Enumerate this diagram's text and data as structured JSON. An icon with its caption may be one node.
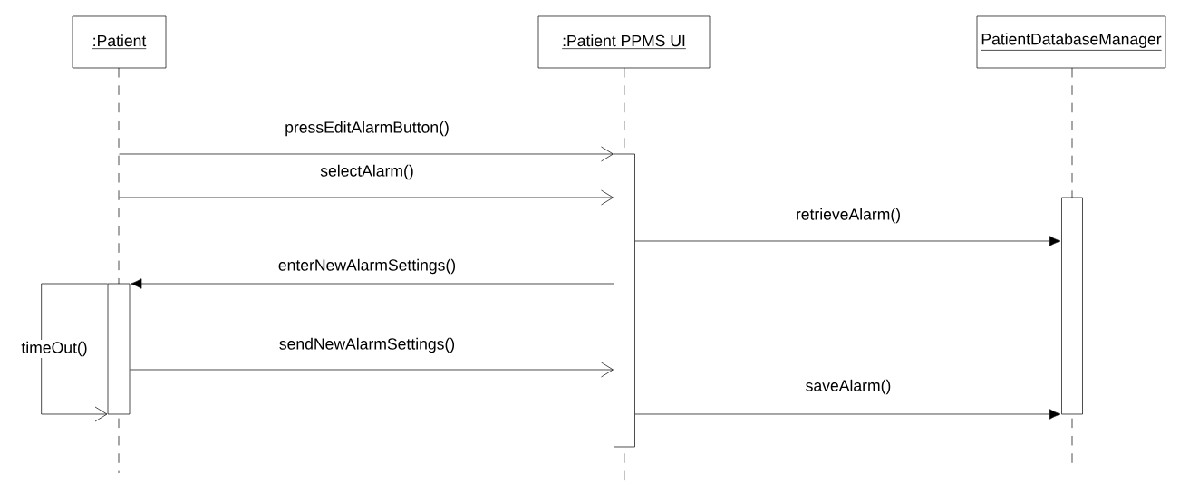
{
  "diagram": {
    "nodes": [
      {
        "text": [
          ":Patient"
        ]
      },
      {
        "text": [
          ":Patient PPMS UI"
        ]
      },
      {
        "text": [
          "PatientDatabaseManager"
        ]
      },
      {
        "text": [],
        "shape": "bar",
        "in": 1
      },
      {
        "text": [],
        "shape": "bar",
        "in": 2
      },
      {
        "text": [],
        "shape": "bar",
        "in": 0
      }
    ],
    "edges": [
      {
        "from": 0,
        "to": 3,
        "arrow": "to",
        "label": "pressEditAlarmButton()"
      },
      {
        "from": 0,
        "to": 3,
        "arrow": "to",
        "label": "selectAlarm()"
      },
      {
        "from": 3,
        "to": 4,
        "arrow": "to",
        "label": "retrieveAlarm()"
      },
      {
        "from": 3,
        "to": 5,
        "arrow": "to",
        "label": "enterNewAlarmSettings()"
      },
      {
        "from": 5,
        "to": 5,
        "arrow": "to",
        "label": "timeOut()"
      },
      {
        "from": 5,
        "to": 3,
        "arrow": "to",
        "label": "sendNewAlarmSettings()"
      },
      {
        "from": 3,
        "to": 4,
        "arrow": "to",
        "label": "saveAlarm()"
      }
    ]
  }
}
